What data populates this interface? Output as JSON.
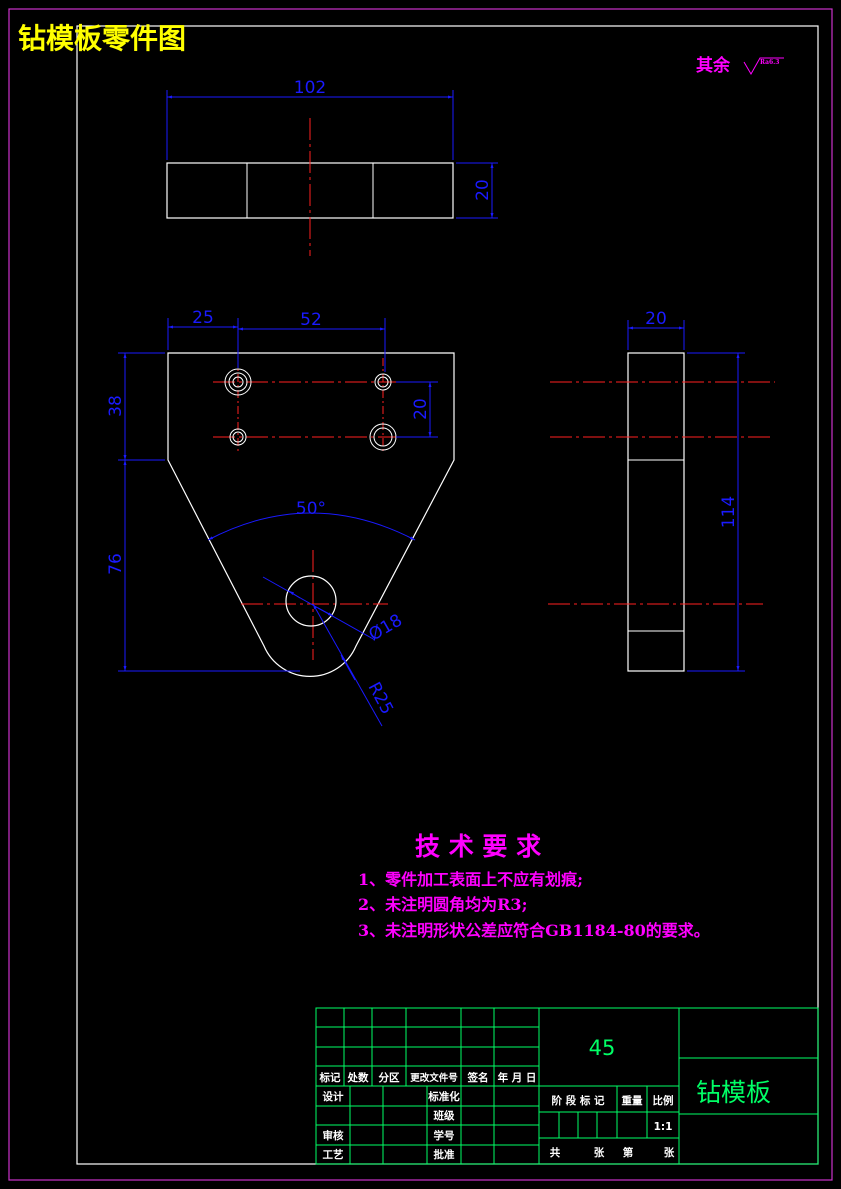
{
  "drawing_title": "钻模板零件图",
  "surface_note": {
    "prefix": "其余",
    "roughness": "Ra6.3"
  },
  "top_view": {
    "length": "102",
    "thickness": "20"
  },
  "front_view": {
    "dim_left_offset": "25",
    "dim_hole_spacing": "52",
    "dim_upper_height": "38",
    "dim_lower_height": "76",
    "dim_hole_row_gap": "20",
    "dim_angle": "50°",
    "dim_hole_diameter": "Ø18",
    "dim_radius": "R25"
  },
  "side_view": {
    "width": "20",
    "height": "114"
  },
  "tech_requirements": {
    "heading": "技 术 要 求",
    "items": [
      "1、零件加工表面上不应有划痕;",
      "2、未注明圆角均为R3;",
      "3、未注明形状公差应符合GB1184-80的要求。"
    ]
  },
  "title_block": {
    "material": "45",
    "part_name": "钻模板",
    "scale": "1:1",
    "labels": {
      "mark": "标记",
      "count": "处数",
      "zone": "分区",
      "change_doc": "更改文件号",
      "sign": "签名",
      "date": "年 月 日",
      "design": "设计",
      "standardize": "标准化",
      "review": "审核",
      "process": "工艺",
      "class": "班级",
      "student_no": "学号",
      "approve": "批准",
      "stage_mark": "阶 段 标 记",
      "weight": "重量",
      "scale_label": "比例",
      "total": "共",
      "sheets1": "张",
      "page": "第",
      "sheets2": "张"
    }
  },
  "colors": {
    "outline": "#ffffff",
    "center_line": "#ff2020",
    "dimension": "#1a1aff",
    "frame": "#cc33cc",
    "title_text": "#ffff00",
    "notes": "#ff00ff",
    "title_block": "#00ff66"
  }
}
